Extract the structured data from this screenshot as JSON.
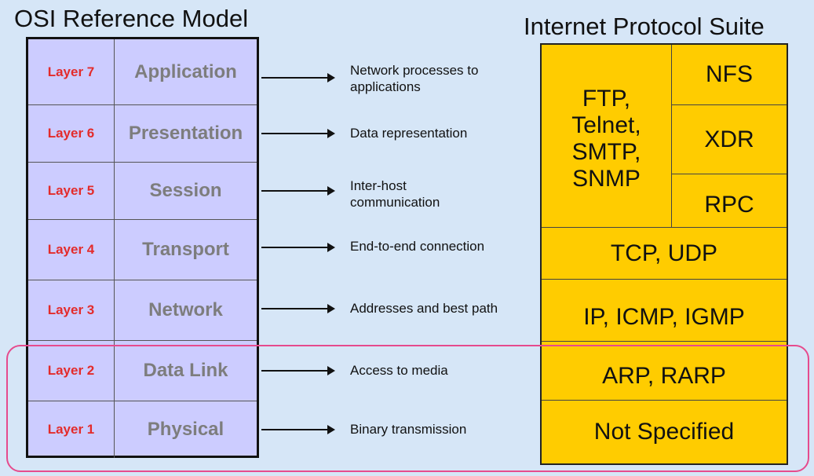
{
  "osi_title": "OSI Reference Model",
  "ips_title": "Internet Protocol Suite",
  "layers": [
    {
      "num": "Layer 7",
      "name": "Application"
    },
    {
      "num": "Layer 6",
      "name": "Presentation"
    },
    {
      "num": "Layer 5",
      "name": "Session"
    },
    {
      "num": "Layer 4",
      "name": "Transport"
    },
    {
      "num": "Layer 3",
      "name": "Network"
    },
    {
      "num": "Layer 2",
      "name": "Data Link"
    },
    {
      "num": "Layer 1",
      "name": "Physical"
    }
  ],
  "descriptions": [
    [
      "Network processes to",
      "applications"
    ],
    [
      "Data representation"
    ],
    [
      "Inter-host",
      "communication"
    ],
    [
      "End-to-end connection"
    ],
    [
      "Addresses and best path"
    ],
    [
      "Access to media"
    ],
    [
      "Binary transmission"
    ]
  ],
  "ips": {
    "app_protocols": [
      "FTP,",
      "Telnet,",
      "SMTP,",
      "SNMP"
    ],
    "nfs": "NFS",
    "xdr": "XDR",
    "rpc": "RPC",
    "transport": "TCP, UDP",
    "internet": "IP, ICMP, IGMP",
    "link": "ARP, RARP",
    "physical": "Not Specified"
  },
  "colors": {
    "background": "#d6e6f7",
    "osi_fill": "#ccccff",
    "layer_number": "#e32b2b",
    "layer_name": "#7d7d7d",
    "ips_fill": "#ffcc00",
    "highlight": "#e64b8d"
  }
}
